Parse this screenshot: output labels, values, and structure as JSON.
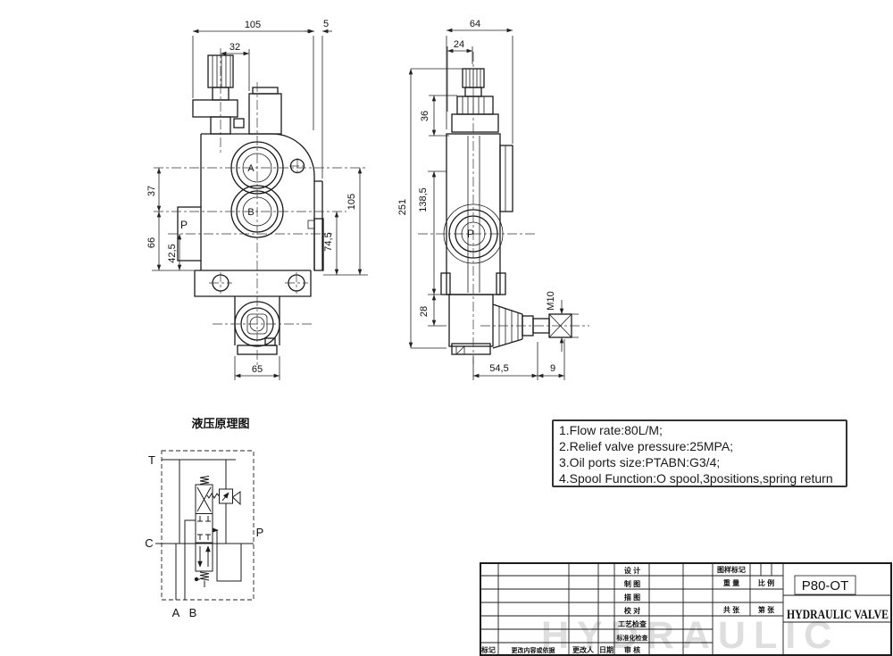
{
  "front_view": {
    "dims": {
      "width_top": "105",
      "plate": "5",
      "relief_offset": "32",
      "port_spacing": "37",
      "port_to_base": "66",
      "p_height": "42,5",
      "side_height": "74,5",
      "height_right": "105",
      "boss_width": "65"
    },
    "ports": {
      "a": "A",
      "b": "B",
      "p": "P"
    }
  },
  "side_view": {
    "dims": {
      "width_top": "64",
      "center_offset": "24",
      "bonnet": "36",
      "height": "251",
      "body": "138,5",
      "handle": "28",
      "thread": "M10",
      "handle_len": "54,5",
      "joint": "9"
    },
    "ports": {
      "p": "P"
    }
  },
  "schematic": {
    "title": "液压原理图",
    "ports": {
      "t": "T",
      "c": "C",
      "p": "P",
      "a": "A",
      "b": "B"
    }
  },
  "spec_note": {
    "lines": [
      "1.Flow rate:80L/M;",
      "2.Relief valve pressure:25MPA;",
      "3.Oil ports size:PTABN:G3/4;",
      "4.Spool Function:O spool,3positions,spring return"
    ]
  },
  "title_block": {
    "row_labels": [
      "设 计",
      "制 图",
      "描 图",
      "校 对",
      "工艺检查",
      "标准化检查",
      "审 核"
    ],
    "revision_labels": [
      "标记",
      "更改内容或依据",
      "更改人",
      "日期"
    ],
    "drawing_mark_label": "图样标记",
    "weight_label": "重 量",
    "scale_label": "比 例",
    "total_sheets_label": "共 张",
    "sheet_no_label": "第 张",
    "model": "P80-OT",
    "product_name": "HYDRAULIC VALVE"
  },
  "watermark": "HYDRAULIC"
}
